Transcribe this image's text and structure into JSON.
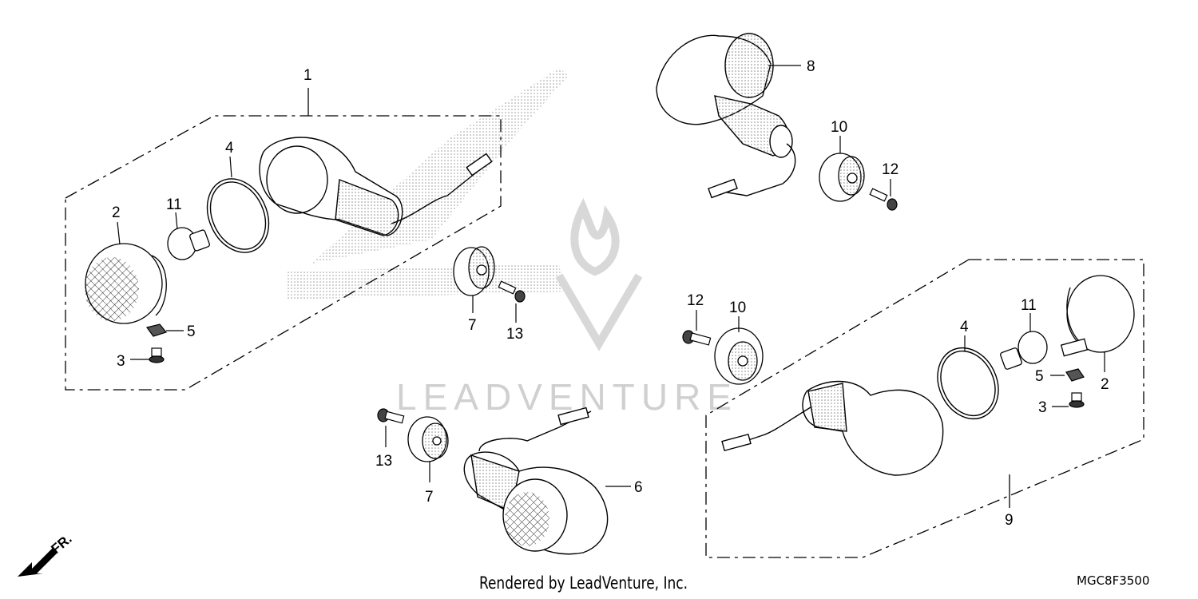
{
  "callouts": {
    "n1": "1",
    "n2a": "2",
    "n2b": "2",
    "n3a": "3",
    "n3b": "3",
    "n4a": "4",
    "n4b": "4",
    "n5a": "5",
    "n5b": "5",
    "n6": "6",
    "n7a": "7",
    "n7b": "7",
    "n8": "8",
    "n9": "9",
    "n10a": "10",
    "n10b": "10",
    "n11a": "11",
    "n11b": "11",
    "n12a": "12",
    "n12b": "12",
    "n13a": "13",
    "n13b": "13"
  },
  "front_direction_label": "FR.",
  "credit": "Rendered by LeadVenture, Inc.",
  "diagram_code": "MGC8F3500",
  "watermark": "LEADVENTURE",
  "colors": {
    "line": "#000000",
    "watermark": "#d0d0d0",
    "stipple": "#8a8a8a"
  }
}
